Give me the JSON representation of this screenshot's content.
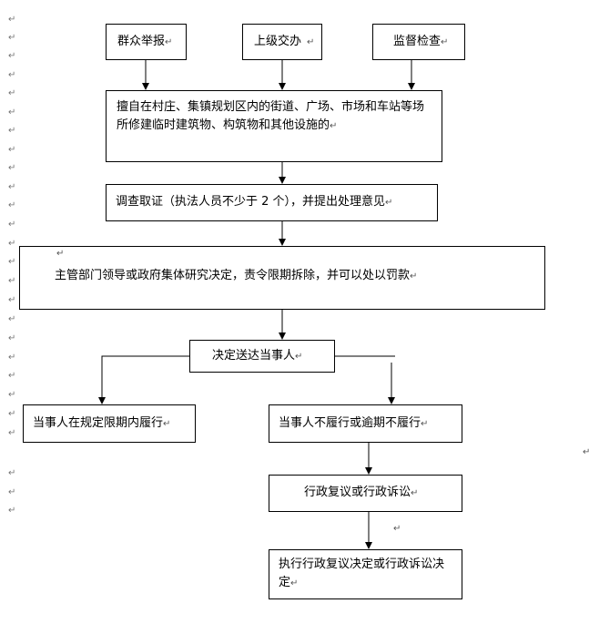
{
  "nodes": {
    "public_report": {
      "label": "群众举报"
    },
    "higher_assign": {
      "label": "上级交办"
    },
    "supervision_check": {
      "label": "监督检查"
    },
    "illegal_construction": {
      "label": "擅自在村庄、集镇规划区内的街道、广场、市场和车站等场所修建临时建筑物、构筑物和其他设施的"
    },
    "investigation": {
      "label": "调查取证（执法人员不少于 2 个），并提出处理意见"
    },
    "decision": {
      "label": "主管部门领导或政府集体研究决定，责令限期拆除，并可以处以罚款"
    },
    "serve_party": {
      "label": "决定送达当事人"
    },
    "comply": {
      "label": "当事人在规定限期内履行"
    },
    "not_comply": {
      "label": "当事人不履行或逾期不履行"
    },
    "review_litigation": {
      "label": "行政复议或行政诉讼"
    },
    "execute": {
      "label": "执行行政复议决定或行政诉讼决定"
    }
  },
  "colors": {
    "line": "#000000",
    "box_border": "#000000",
    "background": "#ffffff"
  },
  "paragraph_mark": "↵",
  "margin_mark": "↵"
}
